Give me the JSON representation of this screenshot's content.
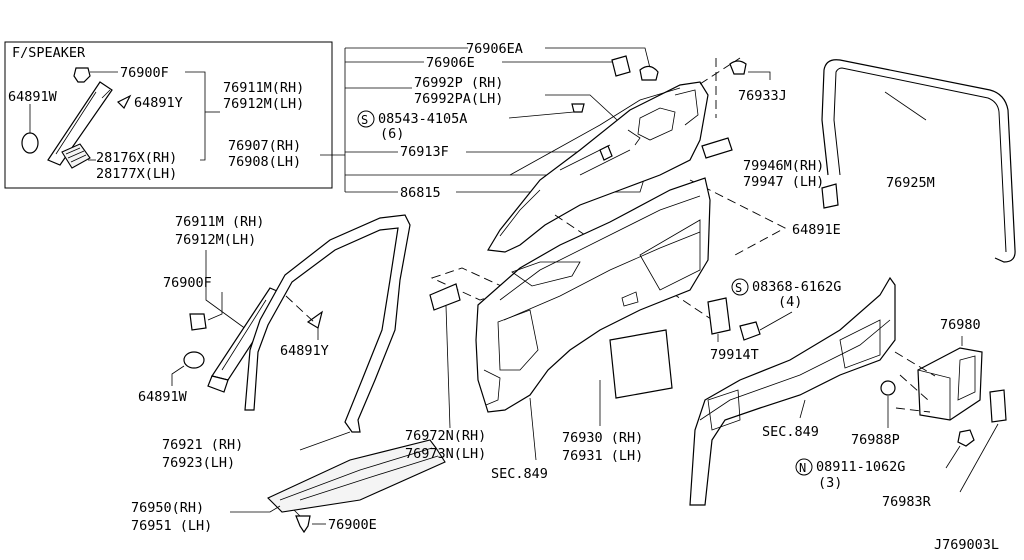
{
  "diagram_id": "J769003L",
  "inset": {
    "title": "F/SPEAKER"
  },
  "labels": {
    "p76906EA": "76906EA",
    "p76906E": "76906E",
    "p76992P": "76992P (RH)",
    "p76992PA": "76992PA(LH)",
    "s08543": "08543-4105A",
    "s08543_qty": "(6)",
    "p76933J": "76933J",
    "p76907": "76907(RH)",
    "p76908": "76908(LH)",
    "p76913F": "76913F",
    "p79946M": "79946M(RH)",
    "p79947": "79947 (LH)",
    "p76925M": "76925M",
    "p86815": "86815",
    "p64891E": "64891E",
    "i76900F": "76900F",
    "i76911M": "76911M(RH)",
    "i76912M": "76912M(LH)",
    "i64891W": "64891W",
    "i64891Y": "64891Y",
    "i28176X": "28176X(RH)",
    "i28177X": "28177X(LH)",
    "m76911M": "76911M (RH)",
    "m76912M": "76912M(LH)",
    "m76900F": "76900F",
    "m64891Y": "64891Y",
    "m64891W": "64891W",
    "s08368": "08368-6162G",
    "s08368_qty": "(4)",
    "p79914T": "79914T",
    "p76980": "76980",
    "p76988P": "76988P",
    "p76921": "76921 (RH)",
    "p76923": "76923(LH)",
    "p76972N": "76972N(RH)",
    "p76973N": "76973N(LH)",
    "sec849_a": "SEC.849",
    "p76930": "76930 (RH)",
    "p76931": "76931 (LH)",
    "sec849_b": "SEC.849",
    "n08911": "08911-1062G",
    "n08911_qty": "(3)",
    "p76950": "76950(RH)",
    "p76951": "76951 (LH)",
    "p76900E": "76900E",
    "p76983R": "76983R"
  },
  "markers": {
    "screw": "S",
    "nut": "N"
  }
}
